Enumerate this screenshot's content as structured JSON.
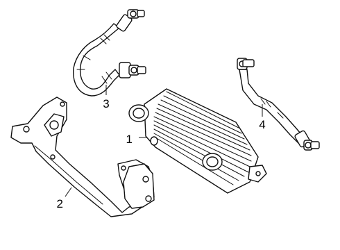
{
  "diagram": {
    "callouts": [
      {
        "id": "1",
        "label": "1",
        "part": "oil-cooler"
      },
      {
        "id": "2",
        "label": "2",
        "part": "bracket"
      },
      {
        "id": "3",
        "label": "3",
        "part": "inlet-hose"
      },
      {
        "id": "4",
        "label": "4",
        "part": "outlet-hose"
      }
    ]
  }
}
